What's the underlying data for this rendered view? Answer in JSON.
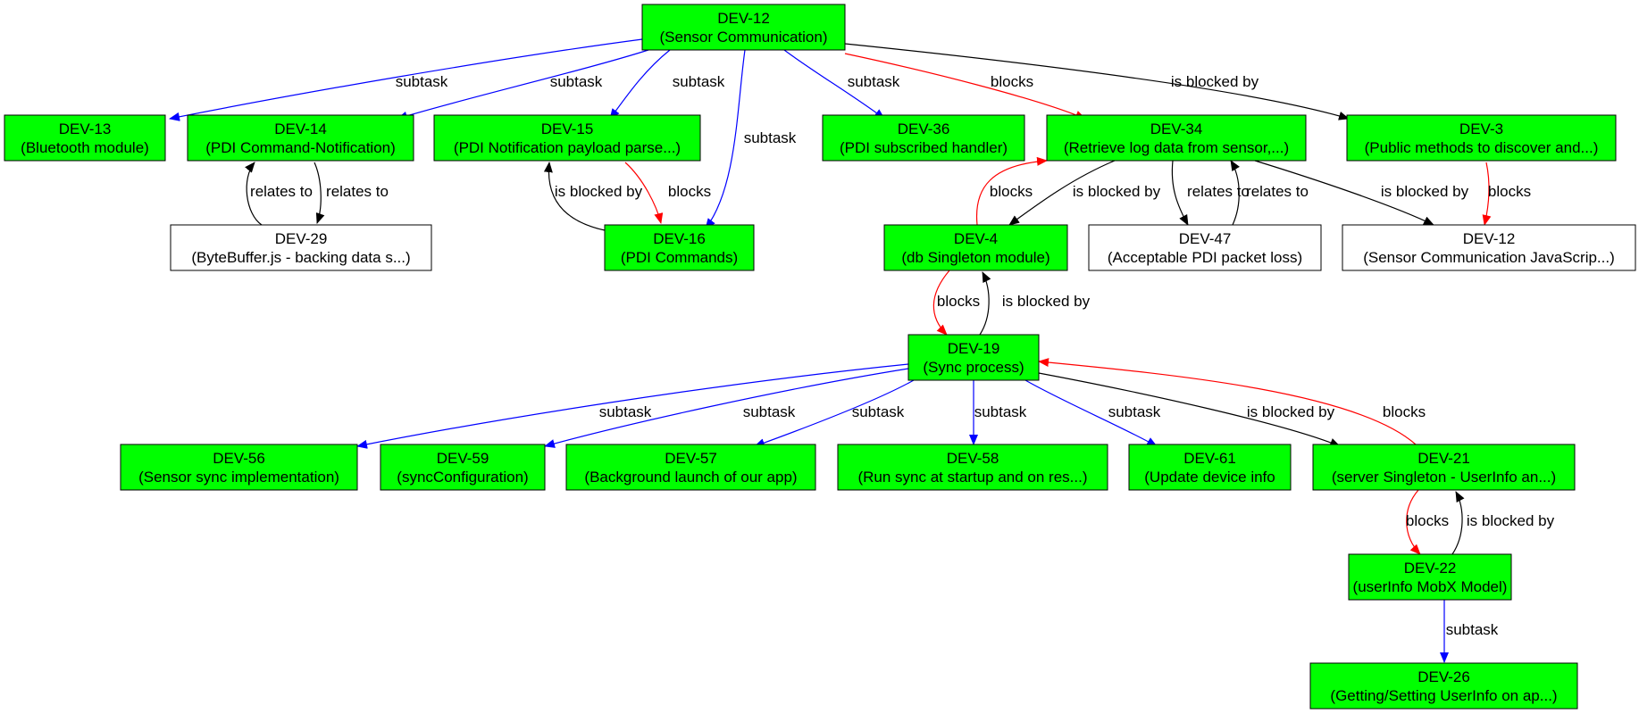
{
  "diagram": {
    "colors": {
      "done_fill": "#00ff00",
      "open_fill": "#ffffff",
      "subtask": "#0000ff",
      "blocks": "#ff0000",
      "default": "#000000"
    },
    "nodes": [
      {
        "id": "dev12",
        "key": "DEV-12",
        "summary": "(Sensor Communication)",
        "status": "done"
      },
      {
        "id": "dev13",
        "key": "DEV-13",
        "summary": "(Bluetooth module)",
        "status": "done"
      },
      {
        "id": "dev14",
        "key": "DEV-14",
        "summary": "(PDI Command-Notification)",
        "status": "done"
      },
      {
        "id": "dev15",
        "key": "DEV-15",
        "summary": "(PDI Notification payload parse...)",
        "status": "done"
      },
      {
        "id": "dev36",
        "key": "DEV-36",
        "summary": "(PDI subscribed handler)",
        "status": "done"
      },
      {
        "id": "dev34",
        "key": "DEV-34",
        "summary": "(Retrieve log data from sensor,...)",
        "status": "done"
      },
      {
        "id": "dev3",
        "key": "DEV-3",
        "summary": "(Public methods to discover and...)",
        "status": "done"
      },
      {
        "id": "dev29",
        "key": "DEV-29",
        "summary": "(ByteBuffer.js - backing data s...)",
        "status": "open"
      },
      {
        "id": "dev16",
        "key": "DEV-16",
        "summary": "(PDI Commands)",
        "status": "done"
      },
      {
        "id": "dev4",
        "key": "DEV-4",
        "summary": "(db Singleton module)",
        "status": "done"
      },
      {
        "id": "dev47",
        "key": "DEV-47",
        "summary": "(Acceptable PDI packet loss)",
        "status": "open"
      },
      {
        "id": "dev12b",
        "key": "DEV-12",
        "summary": "(Sensor Communication JavaScrip...)",
        "status": "open"
      },
      {
        "id": "dev19",
        "key": "DEV-19",
        "summary": "(Sync process)",
        "status": "done"
      },
      {
        "id": "dev56",
        "key": "DEV-56",
        "summary": "(Sensor sync implementation)",
        "status": "done"
      },
      {
        "id": "dev59",
        "key": "DEV-59",
        "summary": "(syncConfiguration)",
        "status": "done"
      },
      {
        "id": "dev57",
        "key": "DEV-57",
        "summary": "(Background launch of our app)",
        "status": "done"
      },
      {
        "id": "dev58",
        "key": "DEV-58",
        "summary": "(Run sync at startup and on res...)",
        "status": "done"
      },
      {
        "id": "dev61",
        "key": "DEV-61",
        "summary": "(Update device info",
        "status": "done"
      },
      {
        "id": "dev21",
        "key": "DEV-21",
        "summary": "(server Singleton - UserInfo an...)",
        "status": "done"
      },
      {
        "id": "dev22",
        "key": "DEV-22",
        "summary": "(userInfo MobX Model)",
        "status": "done"
      },
      {
        "id": "dev26",
        "key": "DEV-26",
        "summary": "(Getting/Setting UserInfo on ap...)",
        "status": "done"
      }
    ],
    "edges": [
      {
        "from": "dev12",
        "to": "dev13",
        "label": "subtask",
        "kind": "subtask"
      },
      {
        "from": "dev12",
        "to": "dev14",
        "label": "subtask",
        "kind": "subtask"
      },
      {
        "from": "dev12",
        "to": "dev15",
        "label": "subtask",
        "kind": "subtask"
      },
      {
        "from": "dev12",
        "to": "dev16",
        "label": "subtask",
        "kind": "subtask"
      },
      {
        "from": "dev12",
        "to": "dev36",
        "label": "subtask",
        "kind": "subtask"
      },
      {
        "from": "dev12",
        "to": "dev34",
        "label": "blocks",
        "kind": "blocks"
      },
      {
        "from": "dev12",
        "to": "dev3",
        "label": "is blocked by",
        "kind": "default"
      },
      {
        "from": "dev29",
        "to": "dev14",
        "label": "relates to",
        "kind": "default"
      },
      {
        "from": "dev14",
        "to": "dev29",
        "label": "relates to",
        "kind": "default"
      },
      {
        "from": "dev16",
        "to": "dev15",
        "label": "is blocked by",
        "kind": "default"
      },
      {
        "from": "dev15",
        "to": "dev16",
        "label": "blocks",
        "kind": "blocks"
      },
      {
        "from": "dev4",
        "to": "dev34",
        "label": "blocks",
        "kind": "blocks"
      },
      {
        "from": "dev34",
        "to": "dev4",
        "label": "is blocked by",
        "kind": "default"
      },
      {
        "from": "dev34",
        "to": "dev47",
        "label": "relates to",
        "kind": "default"
      },
      {
        "from": "dev47",
        "to": "dev34",
        "label": "relates to",
        "kind": "default"
      },
      {
        "from": "dev34",
        "to": "dev12b",
        "label": "is blocked by",
        "kind": "default"
      },
      {
        "from": "dev3",
        "to": "dev12b",
        "label": "blocks",
        "kind": "blocks"
      },
      {
        "from": "dev4",
        "to": "dev19",
        "label": "blocks",
        "kind": "blocks"
      },
      {
        "from": "dev19",
        "to": "dev4",
        "label": "is blocked by",
        "kind": "default"
      },
      {
        "from": "dev19",
        "to": "dev56",
        "label": "subtask",
        "kind": "subtask"
      },
      {
        "from": "dev19",
        "to": "dev59",
        "label": "subtask",
        "kind": "subtask"
      },
      {
        "from": "dev19",
        "to": "dev57",
        "label": "subtask",
        "kind": "subtask"
      },
      {
        "from": "dev19",
        "to": "dev58",
        "label": "subtask",
        "kind": "subtask"
      },
      {
        "from": "dev19",
        "to": "dev61",
        "label": "subtask",
        "kind": "subtask"
      },
      {
        "from": "dev19",
        "to": "dev21",
        "label": "is blocked by",
        "kind": "default"
      },
      {
        "from": "dev21",
        "to": "dev19",
        "label": "blocks",
        "kind": "blocks"
      },
      {
        "from": "dev21",
        "to": "dev22",
        "label": "blocks",
        "kind": "blocks"
      },
      {
        "from": "dev22",
        "to": "dev21",
        "label": "is blocked by",
        "kind": "default"
      },
      {
        "from": "dev22",
        "to": "dev26",
        "label": "subtask",
        "kind": "subtask"
      }
    ]
  }
}
